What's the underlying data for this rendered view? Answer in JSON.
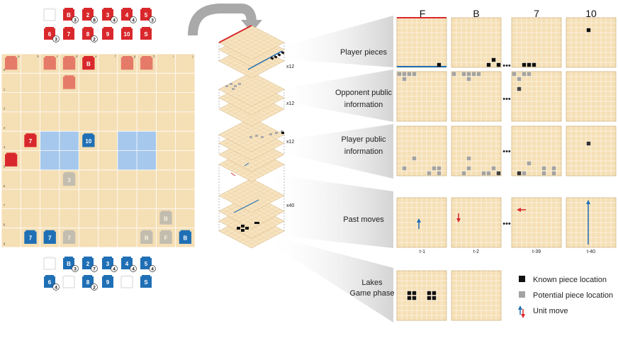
{
  "colors": {
    "board": "#f5dfb5",
    "grid": "#e0c596",
    "lake": "#a6c8ec",
    "red": "#d9282c",
    "blue": "#1f6fb5",
    "known": "#111111",
    "potential": "#a3a3a3"
  },
  "red_reserve": {
    "row1": [
      {
        "label": "",
        "count": "",
        "empty": true
      },
      {
        "label": "B",
        "count": "3"
      },
      {
        "label": "2",
        "count": "8"
      },
      {
        "label": "3",
        "count": "4"
      },
      {
        "label": "4",
        "count": "4"
      },
      {
        "label": "5",
        "count": "3"
      }
    ],
    "row2": [
      {
        "label": "6",
        "count": "3"
      },
      {
        "label": "7",
        "count": ""
      },
      {
        "label": "8",
        "count": "2"
      },
      {
        "label": "9",
        "count": ""
      },
      {
        "label": "10",
        "count": ""
      },
      {
        "label": "S",
        "count": ""
      }
    ]
  },
  "blue_reserve": {
    "row1": [
      {
        "label": "",
        "count": "",
        "empty": true
      },
      {
        "label": "B",
        "count": "3"
      },
      {
        "label": "2",
        "count": "7"
      },
      {
        "label": "3",
        "count": "4"
      },
      {
        "label": "4",
        "count": "4"
      },
      {
        "label": "5",
        "count": "4"
      }
    ],
    "row2": [
      {
        "label": "6",
        "count": "4"
      },
      {
        "label": "",
        "count": "",
        "empty": true
      },
      {
        "label": "8",
        "count": "2"
      },
      {
        "label": "9",
        "count": ""
      },
      {
        "label": "",
        "count": "",
        "empty": true
      },
      {
        "label": "S",
        "count": ""
      }
    ]
  },
  "board": {
    "col_labels": [
      "a",
      "b",
      "c",
      "d",
      "e",
      "f",
      "g",
      "h",
      "i",
      "j"
    ],
    "row_labels": [
      "0",
      "1",
      "2",
      "3",
      "4",
      "5",
      "6",
      "7",
      "8",
      "9"
    ],
    "pieces": [
      {
        "row": 0,
        "col": 0,
        "side": "red",
        "label": "",
        "faded": true
      },
      {
        "row": 0,
        "col": 2,
        "side": "red",
        "label": "",
        "faded": true
      },
      {
        "row": 0,
        "col": 3,
        "side": "red",
        "label": "",
        "faded": true
      },
      {
        "row": 0,
        "col": 4,
        "side": "red",
        "label": "B",
        "faded": false
      },
      {
        "row": 0,
        "col": 6,
        "side": "red",
        "label": "",
        "faded": true
      },
      {
        "row": 0,
        "col": 7,
        "side": "red",
        "label": "",
        "faded": true
      },
      {
        "row": 1,
        "col": 3,
        "side": "red",
        "label": "",
        "faded": true
      },
      {
        "row": 4,
        "col": 1,
        "side": "red",
        "label": "7",
        "faded": false
      },
      {
        "row": 4,
        "col": 4,
        "side": "blue",
        "label": "10",
        "faded": false
      },
      {
        "row": 5,
        "col": 0,
        "side": "red",
        "label": "",
        "faded": false
      },
      {
        "row": 6,
        "col": 3,
        "side": "gray",
        "label": "3",
        "faded": true
      },
      {
        "row": 8,
        "col": 8,
        "side": "gray",
        "label": "B",
        "faded": true
      },
      {
        "row": 9,
        "col": 1,
        "side": "blue",
        "label": "7",
        "faded": false
      },
      {
        "row": 9,
        "col": 2,
        "side": "blue",
        "label": "7",
        "faded": false
      },
      {
        "row": 9,
        "col": 3,
        "side": "gray",
        "label": "7",
        "faded": true
      },
      {
        "row": 9,
        "col": 7,
        "side": "gray",
        "label": "B",
        "faded": true
      },
      {
        "row": 9,
        "col": 8,
        "side": "gray",
        "label": "F",
        "faded": true
      },
      {
        "row": 9,
        "col": 9,
        "side": "blue",
        "label": "B",
        "faded": false
      }
    ],
    "lakes": [
      [
        4,
        2
      ],
      [
        4,
        3
      ],
      [
        5,
        2
      ],
      [
        5,
        3
      ],
      [
        4,
        6
      ],
      [
        4,
        7
      ],
      [
        5,
        6
      ],
      [
        5,
        7
      ]
    ]
  },
  "stack": {
    "multipliers": [
      "x12",
      "x12",
      "x12",
      "x40"
    ]
  },
  "columns": [
    "F",
    "B",
    "7",
    "10"
  ],
  "rows": [
    {
      "label_lines": [
        "Player pieces"
      ]
    },
    {
      "label_lines": [
        "Opponent public",
        "information"
      ]
    },
    {
      "label_lines": [
        "Player public",
        "information"
      ]
    },
    {
      "label_lines": [
        "Past moves"
      ]
    },
    {
      "label_lines": [
        "Lakes",
        "Game phase"
      ]
    }
  ],
  "ellipsis": "•••",
  "time_labels": [
    "t-1",
    "t-2",
    "t-39",
    "t-40"
  ],
  "legend": {
    "known": "Known piece location",
    "potential": "Potential piece location",
    "move": "Unit move"
  }
}
